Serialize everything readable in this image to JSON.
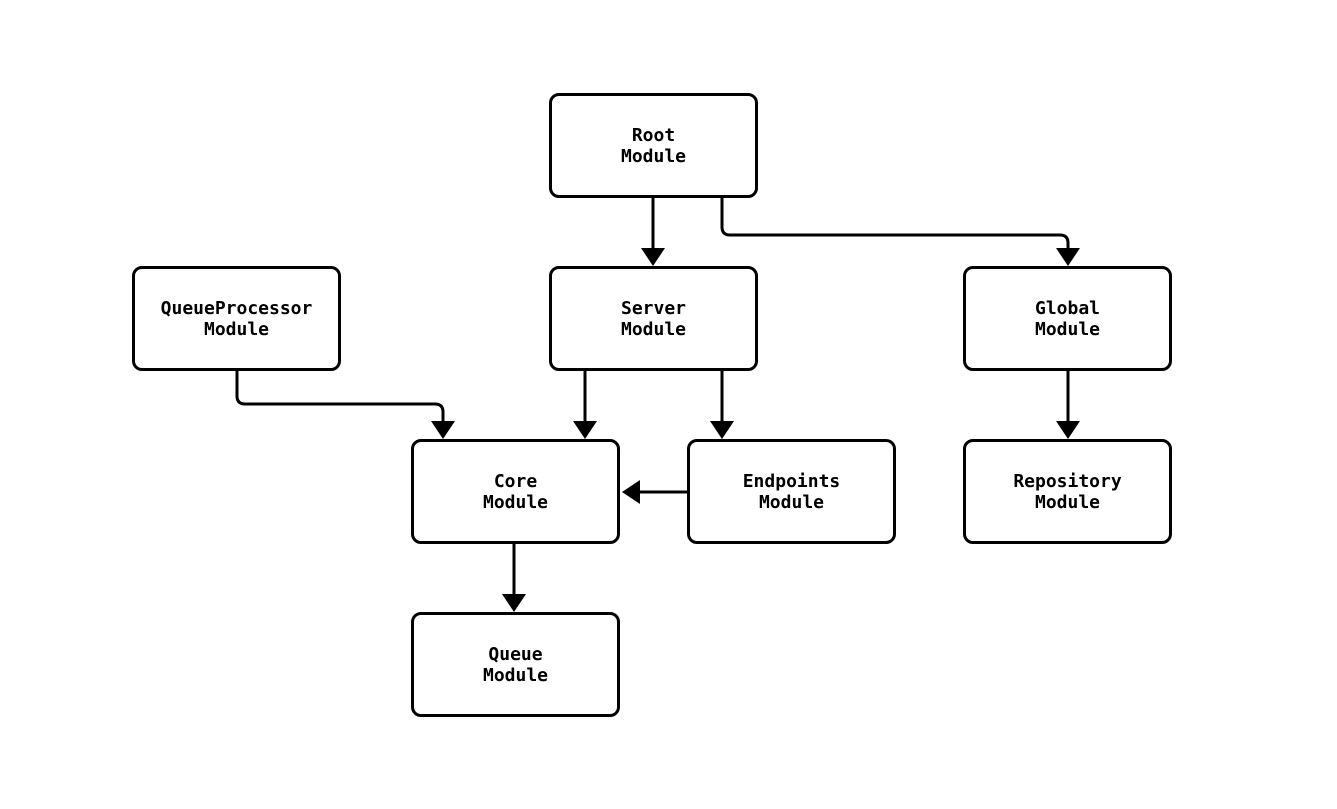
{
  "diagram": {
    "type": "module-dependency-diagram",
    "background_color": "#ffffff",
    "node_border_color": "#000000",
    "node_fill_color": "#ffffff",
    "edge_color": "#000000",
    "text_color": "#000000",
    "nodes": [
      {
        "id": "root",
        "label": "Root\nModule"
      },
      {
        "id": "queueprocessor",
        "label": "QueueProcessor\nModule"
      },
      {
        "id": "server",
        "label": "Server\nModule"
      },
      {
        "id": "global",
        "label": "Global\nModule"
      },
      {
        "id": "core",
        "label": "Core\nModule"
      },
      {
        "id": "endpoints",
        "label": "Endpoints\nModule"
      },
      {
        "id": "repository",
        "label": "Repository\nModule"
      },
      {
        "id": "queue",
        "label": "Queue\nModule"
      }
    ],
    "edges": [
      {
        "from": "root",
        "to": "server"
      },
      {
        "from": "root",
        "to": "global"
      },
      {
        "from": "queueprocessor",
        "to": "core"
      },
      {
        "from": "server",
        "to": "core"
      },
      {
        "from": "server",
        "to": "endpoints"
      },
      {
        "from": "endpoints",
        "to": "core"
      },
      {
        "from": "global",
        "to": "repository"
      },
      {
        "from": "core",
        "to": "queue"
      }
    ]
  }
}
